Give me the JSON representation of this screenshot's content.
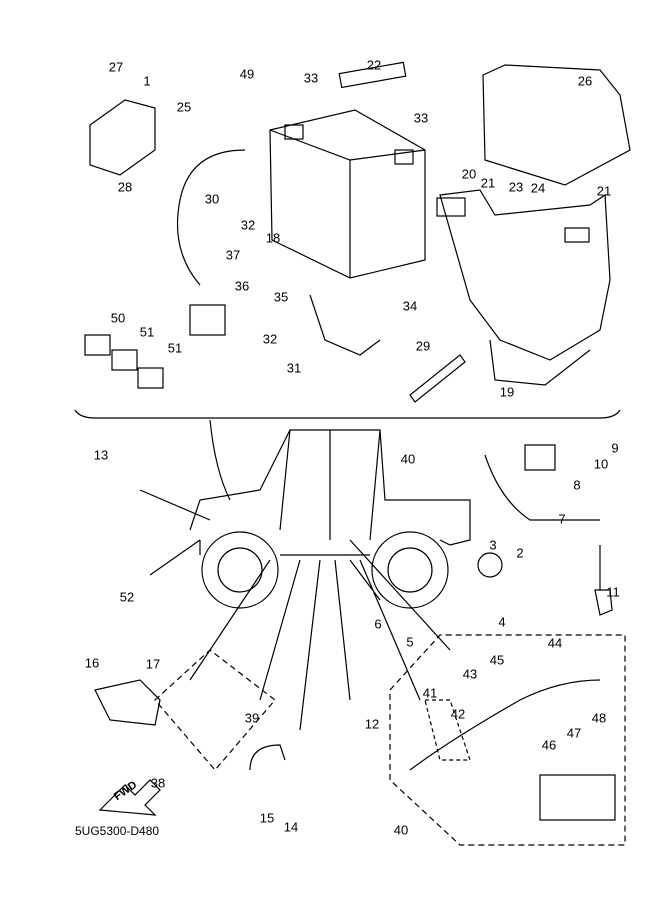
{
  "diagram_code": "5UG5300-D480",
  "fwd_arrow_text": "FWD",
  "callouts": [
    "27",
    "1",
    "49",
    "33",
    "22",
    "26",
    "25",
    "33",
    "28",
    "20",
    "21",
    "23",
    "24",
    "21",
    "30",
    "32",
    "18",
    "37",
    "36",
    "35",
    "34",
    "50",
    "51",
    "51",
    "32",
    "31",
    "29",
    "19",
    "13",
    "40",
    "9",
    "10",
    "8",
    "7",
    "3",
    "2",
    "52",
    "4",
    "11",
    "6",
    "5",
    "44",
    "45",
    "16",
    "17",
    "43",
    "39",
    "12",
    "41",
    "42",
    "48",
    "47",
    "46",
    "38",
    "15",
    "14",
    "40"
  ]
}
